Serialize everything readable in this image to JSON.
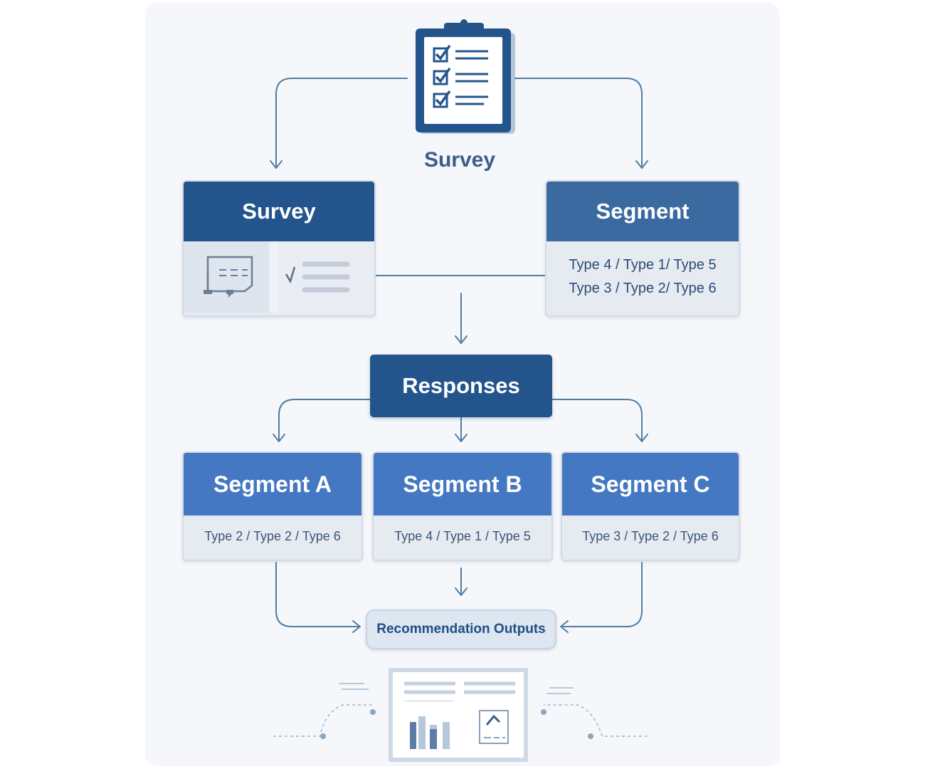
{
  "diagram": {
    "top": {
      "label": "Survey",
      "icon": "clipboard-checklist-icon"
    },
    "survey_card": {
      "title": "Survey",
      "icons": [
        "chat-form-icon",
        "checklist-lines-icon"
      ]
    },
    "segment_card": {
      "title": "Segment",
      "line1": "Type 4 / Type 1/ Type 5",
      "line2": "Type 3 / Type 2/ Type 6"
    },
    "responses": {
      "label": "Responses"
    },
    "segments": [
      {
        "title": "Segment A",
        "types": "Type 2 / Type 2 / Type 6"
      },
      {
        "title": "Segment B",
        "types": "Type 4 / Type 1 / Type 5"
      },
      {
        "title": "Segment C",
        "types": "Type 3 / Type 2 / Type 6"
      }
    ],
    "output": {
      "label": "Recommendation Outputs"
    },
    "report_icon": "report-dashboard-icon",
    "colors": {
      "dark_blue": "#23558c",
      "mid_blue": "#3b6aa1",
      "light_blue": "#4478c2",
      "connector": "#4f7ea6",
      "panel": "#f5f7fa"
    }
  }
}
